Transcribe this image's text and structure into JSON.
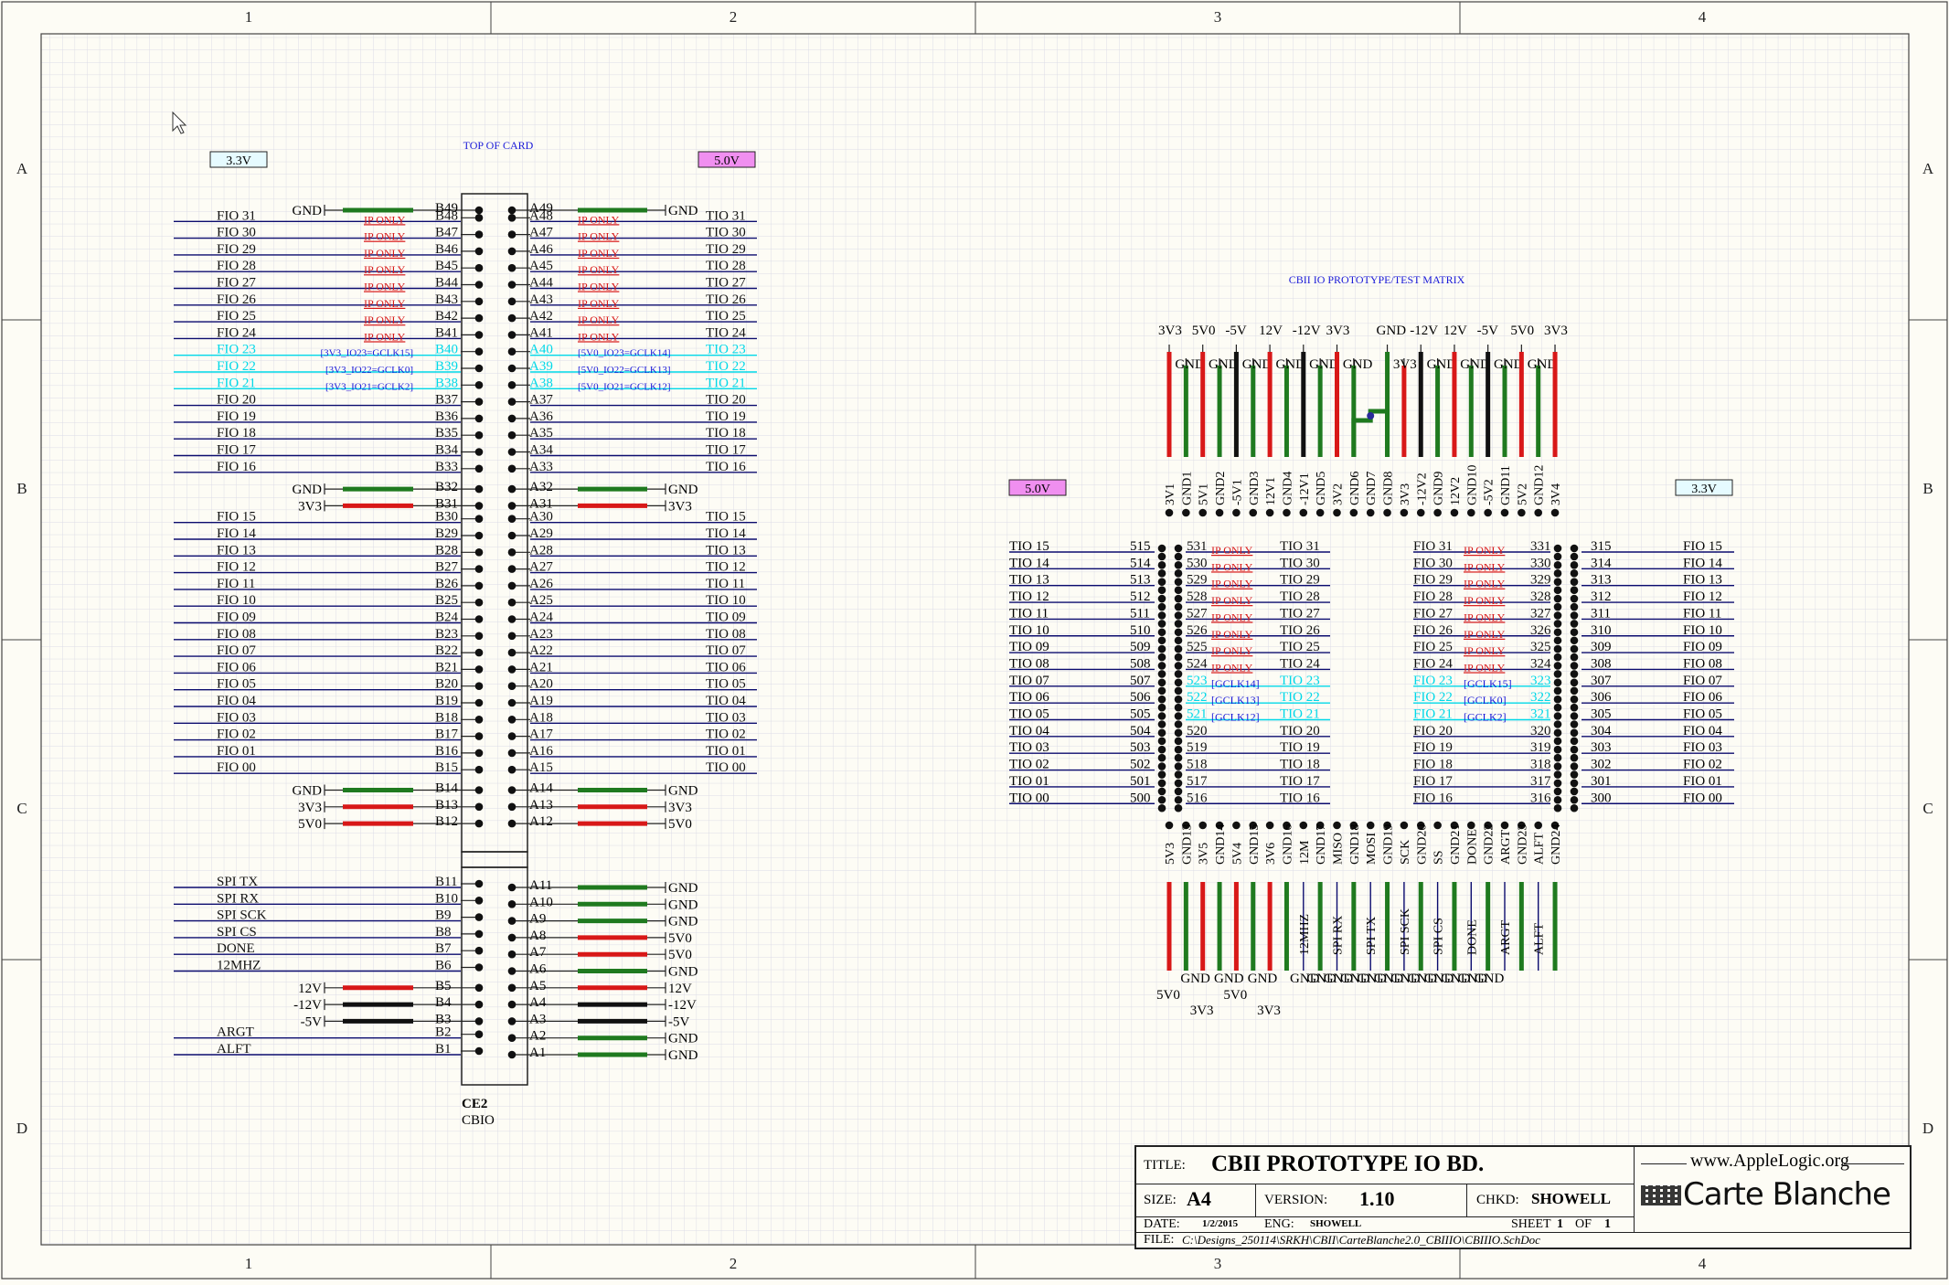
{
  "zones": {
    "cols": [
      "1",
      "2",
      "3",
      "4"
    ],
    "rows": [
      "A",
      "B",
      "C",
      "D"
    ]
  },
  "labels": {
    "v33": "3.3V",
    "v50": "5.0V",
    "top_of_card": "TOP OF CARD",
    "matrix_title": "CBII IO PROTOTYPE/TEST MATRIX",
    "conn_ref": "CE2",
    "conn_name": "CBIO",
    "ip_only": "IP ONLY"
  },
  "connector": {
    "pwr_top_b": [
      [
        "B49",
        "GND"
      ]
    ],
    "pwr_top_a": [
      [
        "A49",
        "GND"
      ]
    ],
    "left_ip": [
      [
        "B48",
        "FIO 31"
      ],
      [
        "B47",
        "FIO 30"
      ],
      [
        "B46",
        "FIO 29"
      ],
      [
        "B45",
        "FIO 28"
      ],
      [
        "B44",
        "FIO 27"
      ],
      [
        "B43",
        "FIO 26"
      ],
      [
        "B42",
        "FIO 25"
      ],
      [
        "B41",
        "FIO 24"
      ]
    ],
    "right_ip": [
      [
        "A48",
        "TIO 31"
      ],
      [
        "A47",
        "TIO 30"
      ],
      [
        "A46",
        "TIO 29"
      ],
      [
        "A45",
        "TIO 28"
      ],
      [
        "A44",
        "TIO 27"
      ],
      [
        "A43",
        "TIO 26"
      ],
      [
        "A42",
        "TIO 25"
      ],
      [
        "A41",
        "TIO 24"
      ]
    ],
    "left_clk": [
      [
        "B40",
        "FIO 23",
        "[3V3_IO23=GCLK15]"
      ],
      [
        "B39",
        "FIO 22",
        "[3V3_IO22=GCLK0]"
      ],
      [
        "B38",
        "FIO 21",
        "[3V3_IO21=GCLK2]"
      ]
    ],
    "right_clk": [
      [
        "A40",
        "TIO 23",
        "[5V0_IO23=GCLK14]"
      ],
      [
        "A39",
        "TIO 22",
        "[5V0_IO22=GCLK13]"
      ],
      [
        "A38",
        "TIO 21",
        "[5V0_IO21=GCLK12]"
      ]
    ],
    "left_sig1": [
      [
        "B37",
        "FIO 20"
      ],
      [
        "B36",
        "FIO 19"
      ],
      [
        "B35",
        "FIO 18"
      ],
      [
        "B34",
        "FIO 17"
      ],
      [
        "B33",
        "FIO 16"
      ]
    ],
    "right_sig1": [
      [
        "A37",
        "TIO 20"
      ],
      [
        "A36",
        "TIO 19"
      ],
      [
        "A35",
        "TIO 18"
      ],
      [
        "A34",
        "TIO 17"
      ],
      [
        "A33",
        "TIO 16"
      ]
    ],
    "left_pwr1": [
      [
        "B32",
        "GND"
      ],
      [
        "B31",
        "3V3"
      ]
    ],
    "right_pwr1": [
      [
        "A32",
        "GND"
      ],
      [
        "A31",
        "3V3"
      ]
    ],
    "left_sig2": [
      [
        "B30",
        "FIO 15"
      ],
      [
        "B29",
        "FIO 14"
      ],
      [
        "B28",
        "FIO 13"
      ],
      [
        "B27",
        "FIO 12"
      ],
      [
        "B26",
        "FIO 11"
      ],
      [
        "B25",
        "FIO 10"
      ],
      [
        "B24",
        "FIO 09"
      ],
      [
        "B23",
        "FIO 08"
      ],
      [
        "B22",
        "FIO 07"
      ],
      [
        "B21",
        "FIO 06"
      ],
      [
        "B20",
        "FIO 05"
      ],
      [
        "B19",
        "FIO 04"
      ],
      [
        "B18",
        "FIO 03"
      ],
      [
        "B17",
        "FIO 02"
      ],
      [
        "B16",
        "FIO 01"
      ],
      [
        "B15",
        "FIO 00"
      ]
    ],
    "right_sig2": [
      [
        "A30",
        "TIO 15"
      ],
      [
        "A29",
        "TIO 14"
      ],
      [
        "A28",
        "TIO 13"
      ],
      [
        "A27",
        "TIO 12"
      ],
      [
        "A26",
        "TIO 11"
      ],
      [
        "A25",
        "TIO 10"
      ],
      [
        "A24",
        "TIO 09"
      ],
      [
        "A23",
        "TIO 08"
      ],
      [
        "A22",
        "TIO 07"
      ],
      [
        "A21",
        "TIO 06"
      ],
      [
        "A20",
        "TIO 05"
      ],
      [
        "A19",
        "TIO 04"
      ],
      [
        "A18",
        "TIO 03"
      ],
      [
        "A17",
        "TIO 02"
      ],
      [
        "A16",
        "TIO 01"
      ],
      [
        "A15",
        "TIO 00"
      ]
    ],
    "left_pwr2": [
      [
        "B14",
        "GND"
      ],
      [
        "B13",
        "3V3"
      ],
      [
        "B12",
        "5V0"
      ]
    ],
    "right_pwr2": [
      [
        "A14",
        "GND"
      ],
      [
        "A13",
        "3V3"
      ],
      [
        "A12",
        "5V0"
      ]
    ],
    "left_low": [
      [
        "B11",
        "SPI TX"
      ],
      [
        "B10",
        "SPI RX"
      ],
      [
        "B9",
        "SPI SCK"
      ],
      [
        "B8",
        "SPI CS"
      ],
      [
        "B7",
        "DONE"
      ],
      [
        "B6",
        "12MHZ"
      ]
    ],
    "left_pwr3": [
      [
        "B5",
        "12V"
      ],
      [
        "B4",
        "-12V"
      ],
      [
        "B3",
        "-5V"
      ]
    ],
    "left_low2": [
      [
        "B2",
        "ARGT"
      ],
      [
        "B1",
        "ALFT"
      ]
    ],
    "right_low": [
      [
        "A11",
        "GND"
      ],
      [
        "A10",
        "GND"
      ],
      [
        "A9",
        "GND"
      ],
      [
        "A8",
        "5V0"
      ],
      [
        "A7",
        "5V0"
      ],
      [
        "A6",
        "GND"
      ],
      [
        "A5",
        "12V"
      ],
      [
        "A4",
        "-12V"
      ],
      [
        "A3",
        "-5V"
      ],
      [
        "A2",
        "GND"
      ],
      [
        "A1",
        "GND"
      ]
    ]
  },
  "matrix": {
    "top_nets": [
      "3V3",
      "GND",
      "5V0",
      "GND",
      "-5V",
      "GND",
      "12V",
      "GND",
      "-12V",
      "GND",
      "3V3",
      "GND",
      "GND",
      "3V3",
      "-12V",
      "GND",
      "12V",
      "GND",
      "-5V",
      "GND",
      "5V0",
      "GND",
      "3V3"
    ],
    "top_pins": [
      "3V1",
      "GND1",
      "5V1",
      "GND2",
      "-5V1",
      "GND3",
      "12V1",
      "GND4",
      "-12V1",
      "GND5",
      "3V2",
      "GND6",
      "GND7",
      "GND8",
      "3V3",
      "-12V2",
      "GND9",
      "12V2",
      "GND10",
      "-5V2",
      "GND11",
      "5V2",
      "GND12",
      "3V4"
    ],
    "left_ext": [
      [
        "TIO 15",
        "515"
      ],
      [
        "TIO 14",
        "514"
      ],
      [
        "TIO 13",
        "513"
      ],
      [
        "TIO 12",
        "512"
      ],
      [
        "TIO 11",
        "511"
      ],
      [
        "TIO 10",
        "510"
      ],
      [
        "TIO 09",
        "509"
      ],
      [
        "TIO 08",
        "508"
      ],
      [
        "TIO 07",
        "507"
      ],
      [
        "TIO 06",
        "506"
      ],
      [
        "TIO 05",
        "505"
      ],
      [
        "TIO 04",
        "504"
      ],
      [
        "TIO 03",
        "503"
      ],
      [
        "TIO 02",
        "502"
      ],
      [
        "TIO 01",
        "501"
      ],
      [
        "TIO 00",
        "500"
      ]
    ],
    "left_int": [
      [
        "531",
        "TIO 31"
      ],
      [
        "530",
        "TIO 30"
      ],
      [
        "529",
        "TIO 29"
      ],
      [
        "528",
        "TIO 28"
      ],
      [
        "527",
        "TIO 27"
      ],
      [
        "526",
        "TIO 26"
      ],
      [
        "525",
        "TIO 25"
      ],
      [
        "524",
        "TIO 24"
      ],
      [
        "523",
        "TIO 23",
        "[GCLK14]"
      ],
      [
        "522",
        "TIO 22",
        "[GCLK13]"
      ],
      [
        "521",
        "TIO 21",
        "[GCLK12]"
      ],
      [
        "520",
        "TIO 20"
      ],
      [
        "519",
        "TIO 19"
      ],
      [
        "518",
        "TIO 18"
      ],
      [
        "517",
        "TIO 17"
      ],
      [
        "516",
        "TIO 16"
      ]
    ],
    "right_int": [
      [
        "FIO 31",
        "331"
      ],
      [
        "FIO 30",
        "330"
      ],
      [
        "FIO 29",
        "329"
      ],
      [
        "FIO 28",
        "328"
      ],
      [
        "FIO 27",
        "327"
      ],
      [
        "FIO 26",
        "326"
      ],
      [
        "FIO 25",
        "325"
      ],
      [
        "FIO 24",
        "324"
      ],
      [
        "FIO 23",
        "323",
        "[GCLK15]"
      ],
      [
        "FIO 22",
        "322",
        "[GCLK0]"
      ],
      [
        "FIO 21",
        "321",
        "[GCLK2]"
      ],
      [
        "FIO 20",
        "320"
      ],
      [
        "FIO 19",
        "319"
      ],
      [
        "FIO 18",
        "318"
      ],
      [
        "FIO 17",
        "317"
      ],
      [
        "FIO 16",
        "316"
      ]
    ],
    "right_ext": [
      [
        "315",
        "FIO 15"
      ],
      [
        "314",
        "FIO 14"
      ],
      [
        "313",
        "FIO 13"
      ],
      [
        "312",
        "FIO 12"
      ],
      [
        "311",
        "FIO 11"
      ],
      [
        "310",
        "FIO 10"
      ],
      [
        "309",
        "FIO 09"
      ],
      [
        "308",
        "FIO 08"
      ],
      [
        "307",
        "FIO 07"
      ],
      [
        "306",
        "FIO 06"
      ],
      [
        "305",
        "FIO 05"
      ],
      [
        "304",
        "FIO 04"
      ],
      [
        "303",
        "FIO 03"
      ],
      [
        "302",
        "FIO 02"
      ],
      [
        "301",
        "FIO 01"
      ],
      [
        "300",
        "FIO 00"
      ]
    ],
    "bottom_pins": [
      "5V3",
      "GND13",
      "3V5",
      "GND14",
      "5V4",
      "GND15",
      "3V6",
      "GND16",
      "12M",
      "GND17",
      "MISO",
      "GND18",
      "MOSI",
      "GND19",
      "SCK",
      "GND20",
      "SS",
      "GND21",
      "DONE",
      "GND22",
      "ARGT",
      "GND23",
      "ALFT",
      "GND24"
    ],
    "bottom_sigs": [
      "12MHZ",
      "SPI RX",
      "SPI TX",
      "SPI SCK",
      "SPI CS",
      "DONE",
      "ARGT",
      "ALFT"
    ],
    "bottom_nets": [
      "5V0",
      "GND",
      "3V3",
      "GND",
      "5V0",
      "GND",
      "3V3",
      "GND",
      "GND",
      "GND",
      "GND",
      "GND",
      "GND",
      "GND",
      "GND",
      "GND",
      "GND",
      "GND",
      "GND"
    ]
  },
  "title_block": {
    "title_label": "TITLE:",
    "title": "CBII PROTOTYPE IO BD.",
    "size_label": "SIZE:",
    "size": "A4",
    "version_label": "VERSION:",
    "version": "1.10",
    "chkd_label": "CHKD:",
    "chkd": "SHOWELL",
    "date_label": "DATE:",
    "date": "1/2/2015",
    "eng_label": "ENG:",
    "eng": "SHOWELL",
    "sheet_label": "SHEET",
    "sheet": "1",
    "of_label": "OF",
    "sheets": "1",
    "file_label": "FILE:",
    "file": "C:\\Designs_250114\\SRKH\\CBII\\CarteBlanche2.0_CBIIIO\\CBIIIO.SchDoc",
    "url": "www.AppleLogic.org",
    "brand": "Carte Blanche"
  },
  "colors": {
    "background": "#fdfcf5",
    "grid": "#dcdce6",
    "wire": "#0b0b6e",
    "gnd": "#1f7a1f",
    "red": "#d81818",
    "black": "#111111",
    "cyan": "#00d8e8",
    "blue_text": "#1a1ad8",
    "v33_fill": "#e6fbff",
    "v50_fill": "#f08ff0"
  }
}
